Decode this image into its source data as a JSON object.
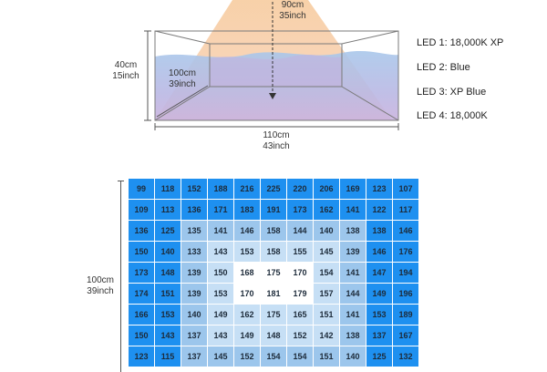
{
  "colors": {
    "outer": "#1e90f0",
    "mid": "#9cc6ec",
    "inner": "#c6dff5",
    "center": "#ffffff",
    "light_cone": "#f4c59a",
    "water": "#b9c9e8",
    "sand": "#c9b6e0"
  },
  "tank": {
    "height": "40cm",
    "height_in": "15inch",
    "depth": "100cm",
    "depth_in": "39inch",
    "light_height": "90cm",
    "light_height_in": "35inch",
    "width": "110cm",
    "width_in": "43inch"
  },
  "leds": [
    {
      "label": "LED 1: 18,000K XP"
    },
    {
      "label": "LED 2: Blue"
    },
    {
      "label": "LED 3: XP Blue"
    },
    {
      "label": "LED 4: 18,000K"
    }
  ],
  "grid_side": {
    "cm": "100cm",
    "inch": "39inch"
  },
  "par_grid": [
    [
      99,
      118,
      152,
      188,
      216,
      225,
      220,
      206,
      169,
      123,
      107
    ],
    [
      109,
      113,
      136,
      171,
      183,
      191,
      173,
      162,
      141,
      122,
      117
    ],
    [
      136,
      125,
      135,
      141,
      146,
      158,
      144,
      140,
      138,
      138,
      146
    ],
    [
      150,
      140,
      133,
      143,
      153,
      158,
      155,
      145,
      139,
      146,
      176
    ],
    [
      173,
      148,
      139,
      150,
      168,
      175,
      170,
      154,
      141,
      147,
      194
    ],
    [
      174,
      151,
      139,
      153,
      170,
      181,
      179,
      157,
      144,
      149,
      196
    ],
    [
      166,
      153,
      140,
      149,
      162,
      175,
      165,
      151,
      141,
      153,
      189
    ],
    [
      150,
      143,
      137,
      143,
      149,
      148,
      152,
      142,
      138,
      137,
      167
    ],
    [
      123,
      115,
      137,
      145,
      152,
      154,
      154,
      151,
      140,
      125,
      132
    ]
  ]
}
